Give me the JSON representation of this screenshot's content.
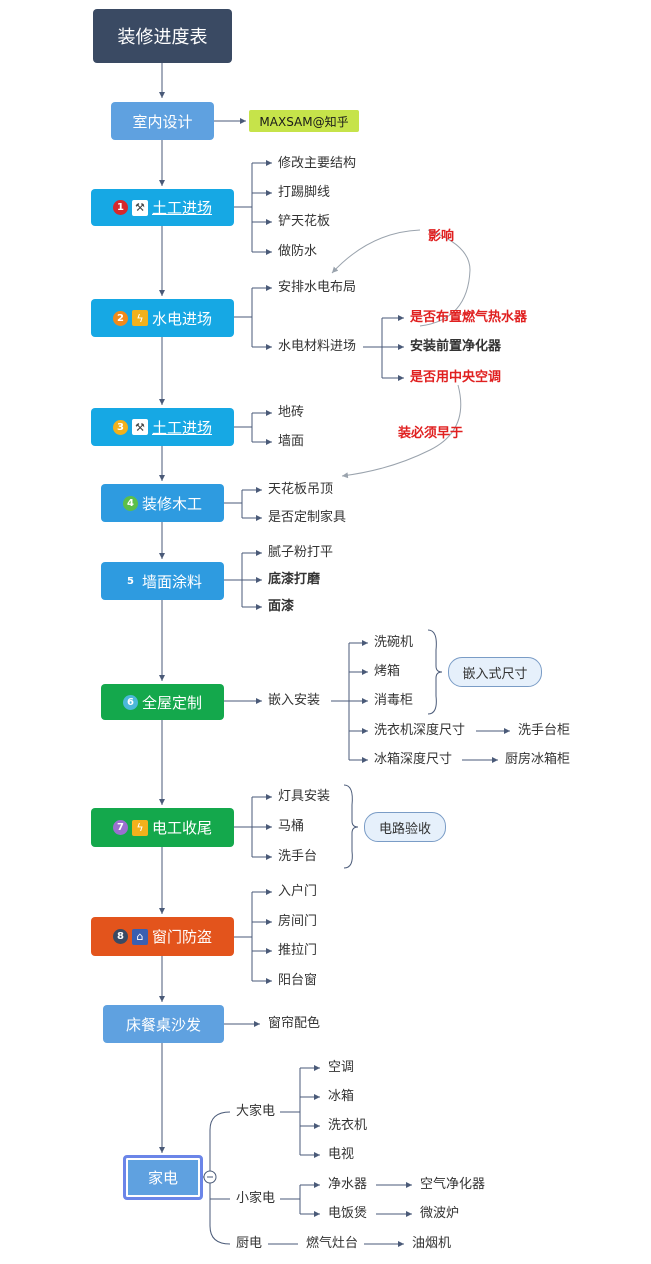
{
  "root": {
    "title": "装修进度表"
  },
  "colors": {
    "dark": "#3a4a63",
    "lightblue": "#5fa1e0",
    "cyan": "#16a8e4",
    "blue": "#2e9be0",
    "green": "#14a84c",
    "orange": "#e3541c",
    "line": "#4a5a78",
    "note": "#c6e34a"
  },
  "icons": {
    "n1": "tools-icon",
    "n2": "lightning-icon",
    "n3": "tools-icon",
    "n7": "lightning-icon",
    "n8": "home-icon"
  },
  "n0": {
    "label": "室内设计",
    "note": "MAXSAM@知乎"
  },
  "n1": {
    "num": "1",
    "label": "土工进场",
    "items": [
      "修改主要结构",
      "打踢脚线",
      "铲天花板",
      "做防水"
    ]
  },
  "n2": {
    "num": "2",
    "label": "水电进场",
    "items": [
      "安排水电布局",
      "水电材料进场"
    ],
    "sub": [
      "是否布置燃气热水器",
      "安装前置净化器",
      "是否用中央空调"
    ]
  },
  "n3": {
    "num": "3",
    "label": "土工进场",
    "items": [
      "地砖",
      "墙面"
    ]
  },
  "n4": {
    "num": "4",
    "label": "装修木工",
    "items": [
      "天花板吊顶",
      "是否定制家具"
    ]
  },
  "n5": {
    "num": "5",
    "label": "墙面涂料",
    "items": [
      "腻子粉打平",
      "底漆打磨",
      "面漆"
    ]
  },
  "n6": {
    "num": "6",
    "label": "全屋定制",
    "item": "嵌入安装",
    "sub": [
      "洗碗机",
      "烤箱",
      "消毒柜",
      "洗衣机深度尺寸",
      "冰箱深度尺寸"
    ],
    "next": [
      "洗手台柜",
      "厨房冰箱柜"
    ],
    "summary": "嵌入式尺寸"
  },
  "n7": {
    "num": "7",
    "label": "电工收尾",
    "items": [
      "灯具安装",
      "马桶",
      "洗手台"
    ],
    "summary": "电路验收"
  },
  "n8": {
    "num": "8",
    "label": "窗门防盗",
    "items": [
      "入户门",
      "房间门",
      "推拉门",
      "阳台窗"
    ]
  },
  "n9": {
    "label": "床餐桌沙发",
    "item": "窗帘配色"
  },
  "n10": {
    "label": "家电",
    "collapse": "−",
    "big": {
      "label": "大家电",
      "items": [
        "空调",
        "冰箱",
        "洗衣机",
        "电视"
      ]
    },
    "small": {
      "label": "小家电",
      "items": [
        "净水器",
        "电饭煲"
      ],
      "next": [
        "空气净化器",
        "微波炉"
      ]
    },
    "kitchen": {
      "label": "厨电",
      "item": "燃气灶台",
      "next": "油烟机"
    }
  },
  "relations": {
    "r1": "影响",
    "r2": "装必须早于"
  }
}
